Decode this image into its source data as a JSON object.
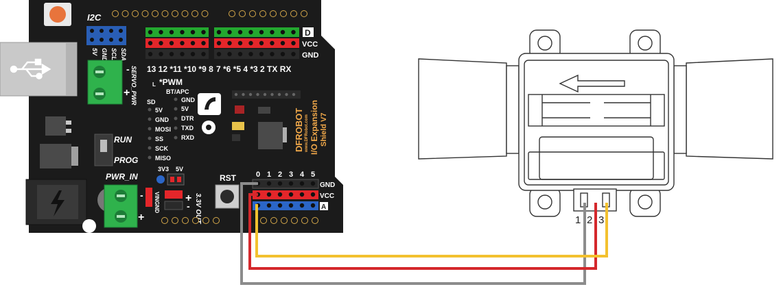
{
  "colors": {
    "board": "#1b1b1b",
    "wire_gnd": "#8c8c8c",
    "wire_vcc": "#d4282c",
    "wire_signal": "#f3c12f",
    "header_green": "#23a82f",
    "header_red": "#e4262a",
    "header_blue": "#2b66c7",
    "terminal_green": "#2fb24c",
    "brand_orange": "#f2a94a"
  },
  "board": {
    "i2c": "I2C",
    "i2c_pins": [
      "5V",
      "GND",
      "SCL",
      "SDA"
    ],
    "servo_pwr": "SERVO_PWR",
    "header_rows": [
      "D",
      "VCC",
      "GND"
    ],
    "digital_pins": "13 12 *11 *10 *9 8",
    "digital_pins_right": "7 *6 *5 4 *3 2 TX RX",
    "pwm": "*PWM",
    "l_label": "L",
    "bt_apc": "BT/APC",
    "bt_pins": [
      "GND",
      "5V",
      "DTR",
      "TXD",
      "RXD"
    ],
    "sd": "SD",
    "sd_pins": [
      "5V",
      "GND",
      "MOSI",
      "SS",
      "SCK",
      "MISO"
    ],
    "run": "RUN",
    "prog": "PROG",
    "pwr_in": "PWR_IN",
    "vin_gnd": "VINGND",
    "v3v3": "3V3",
    "v5v": "5V",
    "out_label": "3.3V OUT",
    "rst": "RST",
    "analog_pins": [
      "0",
      "1",
      "2",
      "3",
      "4",
      "5"
    ],
    "analog_rows": [
      "GND",
      "VCC",
      "A"
    ],
    "brand": "DFROBOT",
    "product_line1": "I/O Expansion",
    "product_line2": "Shield V7",
    "website": "www.DFRobot.com"
  },
  "sensor": {
    "pin_labels": [
      "1",
      "2",
      "3"
    ]
  }
}
